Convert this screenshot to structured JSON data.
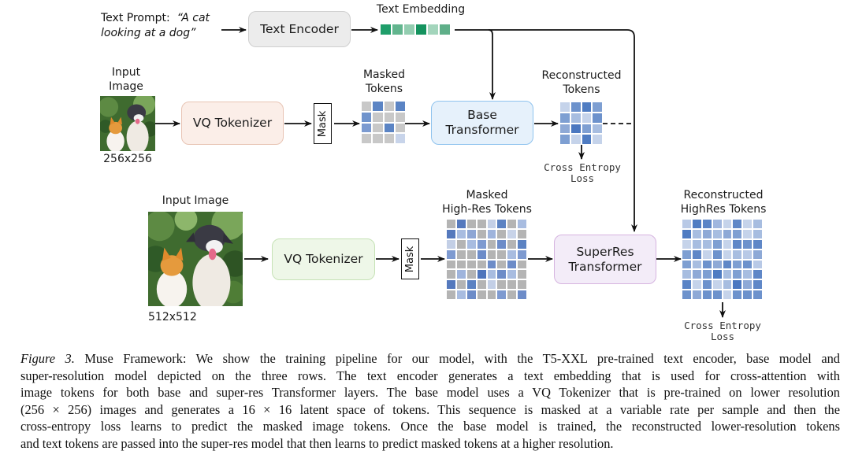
{
  "figure": {
    "text_prompt_label": "Text Prompt:",
    "text_prompt_value_line1": "“A cat",
    "text_prompt_value_line2": "looking at a dog”",
    "text_encoder": "Text Encoder",
    "text_embedding_label": "Text Embedding",
    "text_embedding_colors": [
      "#1f9e6a",
      "#62b58e",
      "#93cdb0",
      "#14935e",
      "#a3d5bc",
      "#5faf89"
    ],
    "row1": {
      "input_image_label_line1": "Input",
      "input_image_label_line2": "Image",
      "input_resolution": "256x256",
      "tokenizer": "VQ Tokenizer",
      "tokenizer_fill": "#fbeee8",
      "tokenizer_border": "#e8c4b4",
      "mask": "Mask",
      "masked_tokens_label_line1": "Masked",
      "masked_tokens_label_line2": "Tokens",
      "masked_tokens_grid": [
        [
          "#c8c8c8",
          "#5b84c4",
          "#c8c8c8",
          "#5b84c4"
        ],
        [
          "#6f93cc",
          "#c8c8c8",
          "#c8c8c8",
          "#c8c8c8"
        ],
        [
          "#7b9ad0",
          "#c8c8c8",
          "#5b84c4",
          "#c8c8c8"
        ],
        [
          "#c8c8c8",
          "#c8c8c8",
          "#c8c8c8",
          "#c8d4ea"
        ]
      ],
      "transformer_line1": "Base",
      "transformer_line2": "Transformer",
      "transformer_fill": "#e6f1fb",
      "transformer_border": "#8fc3ee",
      "reconstructed_label_line1": "Reconstructed",
      "reconstructed_label_line2": "Tokens",
      "reconstructed_grid": [
        [
          "#c5d3ea",
          "#6d92cc",
          "#4f7cc2",
          "#7e9fd2"
        ],
        [
          "#7e9fd2",
          "#a7bde0",
          "#c5d3ea",
          "#6d92cc"
        ],
        [
          "#8ea9d6",
          "#4a77c0",
          "#7e9fd2",
          "#a7bde0"
        ],
        [
          "#7e9fd2",
          "#c5d3ea",
          "#4f7cc2",
          "#c5d3ea"
        ]
      ],
      "loss_line1": "Cross Entropy",
      "loss_line2": "Loss"
    },
    "row2": {
      "input_image_label": "Input Image",
      "input_resolution": "512x512",
      "tokenizer": "VQ Tokenizer",
      "tokenizer_fill": "#eef7e8",
      "tokenizer_border": "#c6e2b6",
      "mask": "Mask",
      "masked_tokens_label_line1": "Masked",
      "masked_tokens_label_line2": "High-Res Tokens",
      "masked_tokens_grid": [
        [
          "#b4b4b4",
          "#5579bd",
          "#b4b4b4",
          "#b4b4b4",
          "#c3cfe6",
          "#5c82c2",
          "#b4b4b4",
          "#a8bce0"
        ],
        [
          "#5579bd",
          "#a8bce0",
          "#8ea6d4",
          "#b4b4b4",
          "#9fb4dc",
          "#b4b4b4",
          "#c8d3e8",
          "#b4b4b4"
        ],
        [
          "#c3cfe6",
          "#b4b4b4",
          "#a8bce0",
          "#7e9ad0",
          "#b4b4b4",
          "#6d8cc8",
          "#b4b4b4",
          "#5c82c2"
        ],
        [
          "#7e9ad0",
          "#b4b4b4",
          "#b4b4b4",
          "#6d8cc8",
          "#b4b4b4",
          "#b4b4b4",
          "#a8bce0",
          "#7e9ad0"
        ],
        [
          "#b4b4b4",
          "#b4b4b4",
          "#b4b4b4",
          "#b4b4b4",
          "#6d8cc8",
          "#b4b4b4",
          "#6d8cc8",
          "#b4b4b4"
        ],
        [
          "#b4b4b4",
          "#9fb4dc",
          "#b4b4b4",
          "#4f75bc",
          "#a8bce0",
          "#6d8cc8",
          "#a8bce0",
          "#b4b4b4"
        ],
        [
          "#5579bd",
          "#b4b4b4",
          "#5c82c2",
          "#b4b4b4",
          "#c3cfe6",
          "#b4b4b4",
          "#b4b4b4",
          "#b4b4b4"
        ],
        [
          "#b4b4b4",
          "#a8bce0",
          "#6d8cc8",
          "#b4b4b4",
          "#b4b4b4",
          "#7e9ad0",
          "#b4b4b4",
          "#6d8cc8"
        ]
      ],
      "transformer_line1": "SuperRes",
      "transformer_line2": "Transformer",
      "transformer_fill": "#f3ecf8",
      "transformer_border": "#d6b4e0",
      "reconstructed_label_line1": "Reconstructed",
      "reconstructed_label_line2": "HighRes Tokens",
      "reconstructed_grid": [
        [
          "#b8c9e6",
          "#4f7cc2",
          "#5a84c6",
          "#9fb6de",
          "#c5d3ea",
          "#5f87c7",
          "#c5d3ea",
          "#a7bde0"
        ],
        [
          "#4f7cc2",
          "#a7bde0",
          "#8ea9d6",
          "#a7bde0",
          "#8ea9d6",
          "#7e9fd2",
          "#c5d3ea",
          "#a7bde0"
        ],
        [
          "#c5d3ea",
          "#a7bde0",
          "#a7bde0",
          "#7e9fd2",
          "#c5d3ea",
          "#5f87c7",
          "#6d92cc",
          "#5f87c7"
        ],
        [
          "#7e9fd2",
          "#5f87c7",
          "#c5d3ea",
          "#6d92cc",
          "#c5d3ea",
          "#a7bde0",
          "#b8c9e6",
          "#8ea9d6"
        ],
        [
          "#7e9fd2",
          "#a7bde0",
          "#6d92cc",
          "#8ea9d6",
          "#5f87c7",
          "#7e9fd2",
          "#6d92cc",
          "#b8c9e6"
        ],
        [
          "#a7bde0",
          "#8ea9d6",
          "#7e9fd2",
          "#4f7cc2",
          "#a7bde0",
          "#7e9fd2",
          "#a7bde0",
          "#5f87c7"
        ],
        [
          "#5a84c6",
          "#c5d3ea",
          "#6d92cc",
          "#c5d3ea",
          "#a7bde0",
          "#4a77c0",
          "#8ea9d6",
          "#5f87c7"
        ],
        [
          "#6d92cc",
          "#8ea9d6",
          "#6d92cc",
          "#6d92cc",
          "#c5d3ea",
          "#6d92cc",
          "#6d92cc",
          "#6d92cc"
        ]
      ],
      "loss_line1": "Cross Entropy",
      "loss_line2": "Loss"
    }
  },
  "caption": {
    "figure_label": "Figure 3.",
    "lines": [
      " Muse Framework: We show the training pipeline for our model, with the T5-XXL pre-trained text encoder, base model and",
      "super-resolution model depicted on the three rows. The text encoder generates a text embedding that is used for cross-attention with",
      "image tokens for both base and super-res Transformer layers. The base model uses a VQ Tokenizer that is pre-trained on lower resolution",
      "(256 × 256) images and generates a 16 × 16 latent space of tokens. This sequence is masked at a variable rate per sample and then the",
      "cross-entropy loss learns to predict the masked image tokens. Once the base model is trained, the reconstructed lower-resolution tokens",
      "and text tokens are passed into the super-res model that then learns to predict masked tokens at a higher resolution."
    ]
  }
}
